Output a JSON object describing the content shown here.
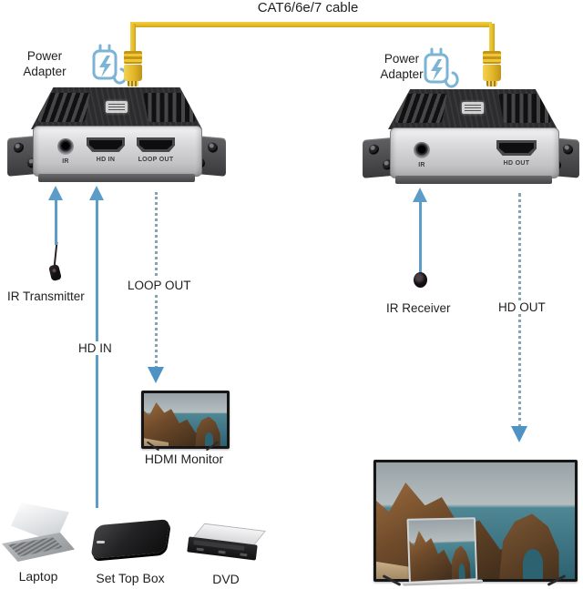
{
  "title": "CAT6/6e/7 cable",
  "colors": {
    "cable_yellow": "#e3b71f",
    "arrow_blue": "#5b9cc9",
    "arrowhead_blue": "#4e93c4",
    "adapter_icon_blue": "#7cb4d6",
    "device_panel_silver": "#d6d6d8",
    "device_top_dark": "#2c2c2e"
  },
  "transmitter_unit": {
    "power_adapter_label": "Power Adapter",
    "ports": {
      "ir": "IR",
      "hd_in": "HD IN",
      "loop_out": "LOOP OUT"
    }
  },
  "receiver_unit": {
    "power_adapter_label": "Power Adapter",
    "ports": {
      "ir": "IR",
      "hd_out": "HD OUT"
    }
  },
  "flow_labels": {
    "ir_transmitter": "IR Transmitter",
    "hd_in": "HD IN",
    "loop_out": "LOOP OUT",
    "hdmi_monitor": "HDMI Monitor",
    "ir_receiver": "IR Receiver",
    "hd_out": "HD OUT"
  },
  "source_devices": {
    "laptop": "Laptop",
    "set_top_box": "Set Top Box",
    "dvd": "DVD"
  }
}
